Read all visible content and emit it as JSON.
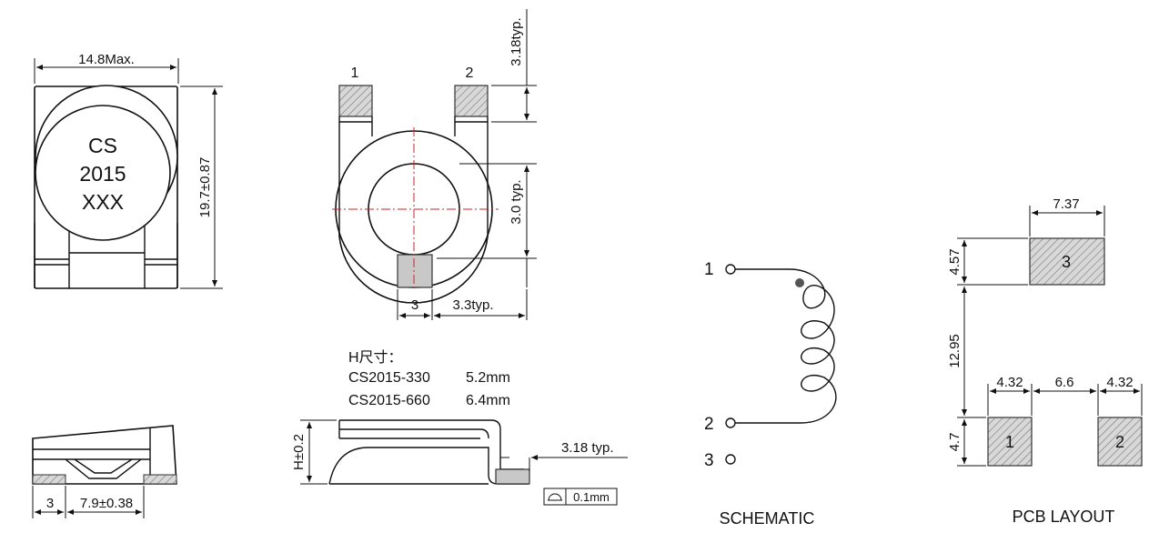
{
  "top_view": {
    "width_dim": "14.8Max.",
    "height_dim": "19.7±0.87",
    "marking": [
      "CS",
      "2015",
      "XXX"
    ]
  },
  "front_view": {
    "pin1": "1",
    "pin2": "2",
    "dim_top": "3.18typ.",
    "dim_mid": "3.0 typ.",
    "dim_pin3": "3",
    "dim_bottom": "3.3typ."
  },
  "side_view_left": {
    "dim_a": "3",
    "dim_b": "7.9±0.38"
  },
  "height_table": {
    "title": "H尺寸：",
    "rows": [
      {
        "model": "CS2015-330",
        "value": "5.2mm"
      },
      {
        "model": "CS2015-660",
        "value": "6.4mm"
      }
    ]
  },
  "side_view_right": {
    "dim_h": "H±0.2",
    "dim_lead": "3.18 typ.",
    "flatness": "0.1mm"
  },
  "schematic": {
    "label": "SCHEMATIC",
    "pins": [
      "1",
      "2",
      "3"
    ]
  },
  "pcb_layout": {
    "label": "PCB LAYOUT",
    "pad_labels": [
      "3",
      "1",
      "2"
    ],
    "dims": {
      "top_width": "7.37",
      "top_height": "4.57",
      "gap": "12.95",
      "left_width": "4.32",
      "spacing": "6.6",
      "right_width": "4.32",
      "bottom_height": "4.7"
    }
  },
  "colors": {
    "line": "#111111",
    "centerline": "#d0202a",
    "pad_fill": "#c8c8c8"
  }
}
